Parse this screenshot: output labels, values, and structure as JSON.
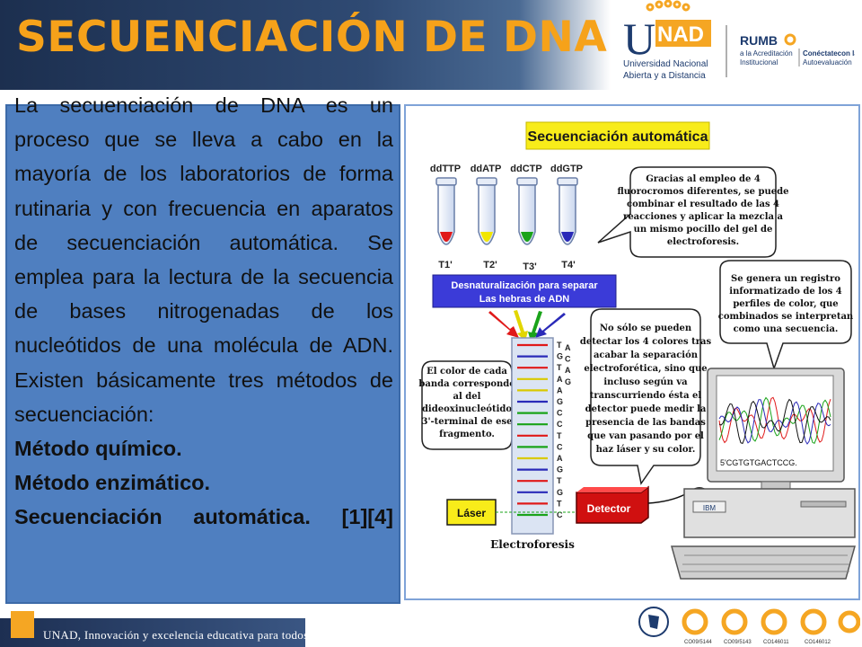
{
  "header": {
    "title": "SECUENCIACIÓN DE DNA",
    "logo_unad": {
      "brand": "UNAD",
      "line1": "Universidad Nacional",
      "line2": "Abierta y a Distancia"
    },
    "logo_rumbo": {
      "brand": "RUMB",
      "line1": "a la Acreditación",
      "line2": "Institucional",
      "tag1": "Conéctatecon la",
      "tag2": "Autoevaluación"
    }
  },
  "text_panel": {
    "paragraph": "La secuenciación de DNA es un proceso que se lleva a cabo en la mayoría de los laboratorios de forma rutinaria y con frecuencia en aparatos de secuenciación automática. Se emplea para la lectura de la secuencia de bases nitrogenadas de los nucleótidos de una molécula de ADN. Existen básicamente tres métodos de secuenciación:",
    "method1": "Método químico.",
    "method2": "Método enzimático.",
    "method3": "Secuenciación automática. [1][4]"
  },
  "diagram": {
    "title": "Secuenciación automática",
    "tube_labels_top": [
      "ddTTP",
      "ddATP",
      "ddCTP",
      "ddGTP"
    ],
    "tube_labels_bottom": [
      "T1'",
      "T2'",
      "T3'",
      "T4'"
    ],
    "tube_colors": [
      "#e01919",
      "#f2e600",
      "#1aa31a",
      "#2a2ab8"
    ],
    "denat_line1": "Desnaturalización para separar",
    "denat_line2": "Las hebras de ADN",
    "bubble1": [
      "Gracias al empleo de 4",
      "fluorocromos diferentes, se puede",
      "combinar el resultado de las 4",
      "reacciones y aplicar la mezcla a",
      "un mismo pocillo del gel de",
      "electroforesis."
    ],
    "bubble2": [
      "Se genera un registro",
      "informatizado de los 4",
      "perfiles de color, que",
      "combinados se interpretan",
      "como una secuencia."
    ],
    "bubble3": [
      "No sólo se pueden",
      "detectar los 4 colores tras",
      "acabar la separación",
      "electroforética, sino que",
      "incluso según va",
      "transcurriendo ésta el",
      "detector puede medir la",
      "presencia de las bandas",
      "que van pasando por el",
      "haz láser y su color."
    ],
    "bubble4": [
      "El color de cada",
      "banda corresponde",
      "al del",
      "dideoxinucleótido",
      "3'-terminal de ese",
      "fragmento."
    ],
    "gel_letters": [
      "T",
      "G",
      "T",
      "A",
      "A",
      "G",
      "C",
      "C",
      "T",
      "C",
      "A",
      "G",
      "T",
      "G",
      "T",
      "C"
    ],
    "gel_letters2": [
      "A",
      "C",
      "A",
      "G"
    ],
    "laser_label": "Láser",
    "detector_label": "Detector",
    "electro_label": "Electroforesis",
    "sequence_label": "5'CGTGTGACTCCG.",
    "computer_brand": "IBM"
  },
  "footer": {
    "slogan": "UNAD, Innovación y excelencia educativa para todos.",
    "cert_codes": [
      "CO09/5144",
      "CO09/5143",
      "CO146011",
      "CO146012"
    ]
  }
}
